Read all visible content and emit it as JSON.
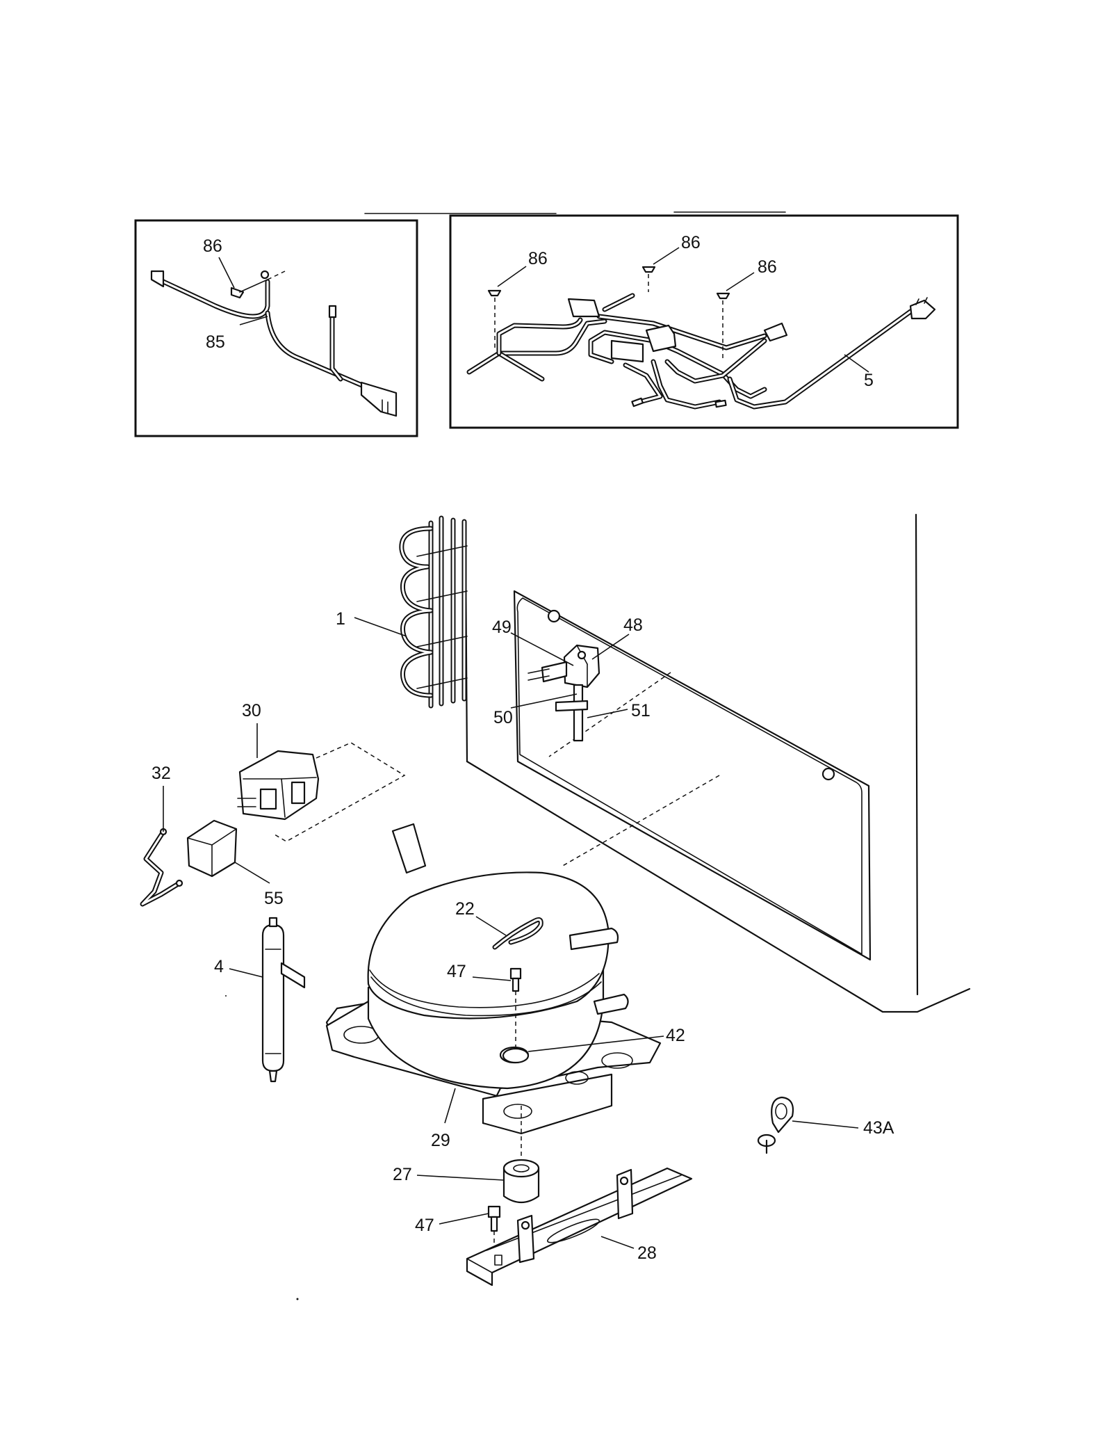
{
  "diagram": {
    "callouts": {
      "inset_left_screw": "86",
      "inset_left_harness": "85",
      "inset_right_screw_a": "86",
      "inset_right_screw_b": "86",
      "inset_right_screw_c": "86",
      "inset_right_power_cord": "5",
      "condenser": "1",
      "thermostat_49": "49",
      "thermostat_48": "48",
      "thermostat_50": "50",
      "thermostat_51": "51",
      "relay_cover": "30",
      "clip": "32",
      "relay": "55",
      "tube_clip": "22",
      "screw_top": "47",
      "drier": "4",
      "washer": "42",
      "compressor": "29",
      "wire_clamp": "43A",
      "grommet": "27",
      "screw_bottom": "47",
      "mount_bracket": "28"
    }
  }
}
